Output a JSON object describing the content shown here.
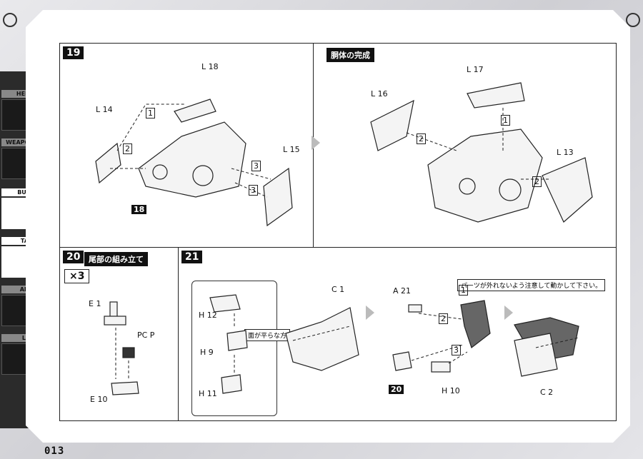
{
  "page_number": "013",
  "sidebar": {
    "tabs": [
      {
        "label": "HERO",
        "active": false
      },
      {
        "label": "WEAPON",
        "active": false
      },
      {
        "label": "BUST",
        "active": true
      },
      {
        "label": "TAIL",
        "active": true
      },
      {
        "label": "ARM",
        "active": false
      },
      {
        "label": "LEG",
        "active": false
      }
    ]
  },
  "step19": {
    "number": "19",
    "labels": {
      "l18": "L 18",
      "l14": "L 14",
      "l15": "L 15",
      "part18": "18",
      "n1": "1",
      "n2": "2",
      "n3a": "3",
      "n3b": "3"
    }
  },
  "step19b": {
    "title": "胴体の完成",
    "labels": {
      "l17": "L 17",
      "l16": "L 16",
      "l13": "L 13",
      "n1": "1",
      "n2a": "2",
      "n2b": "2"
    }
  },
  "step20": {
    "number": "20",
    "title": "尾部の組み立て",
    "multiplier": "×3",
    "labels": {
      "e1": "E 1",
      "pcp": "PC P",
      "e10": "E 10"
    }
  },
  "step21": {
    "number": "21",
    "note_flat": "面が平らな方",
    "note_parts": "パーツが外れないよう注意して動かして下さい。",
    "labels": {
      "h12": "H 12",
      "h9": "H 9",
      "h11": "H 11",
      "c1": "C 1",
      "a21": "A 21",
      "part20": "20",
      "h10": "H 10",
      "c2": "C 2",
      "n1": "1",
      "n2": "2",
      "n3": "3"
    }
  }
}
